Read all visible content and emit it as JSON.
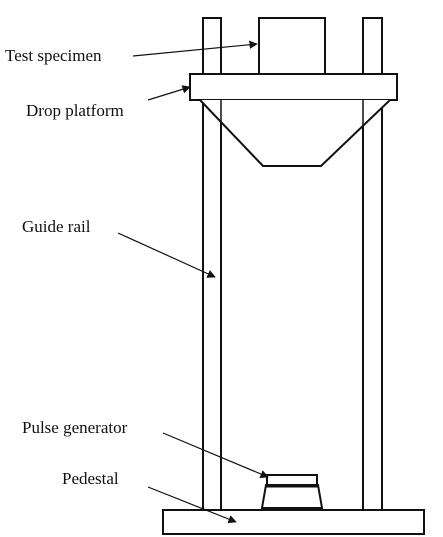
{
  "labels": {
    "test_specimen": "Test specimen",
    "drop_platform": "Drop platform",
    "guide_rail": "Guide rail",
    "pulse_generator": "Pulse generator",
    "pedestal": "Pedestal"
  },
  "colors": {
    "stroke": "#111111",
    "fill": "#ffffff"
  }
}
